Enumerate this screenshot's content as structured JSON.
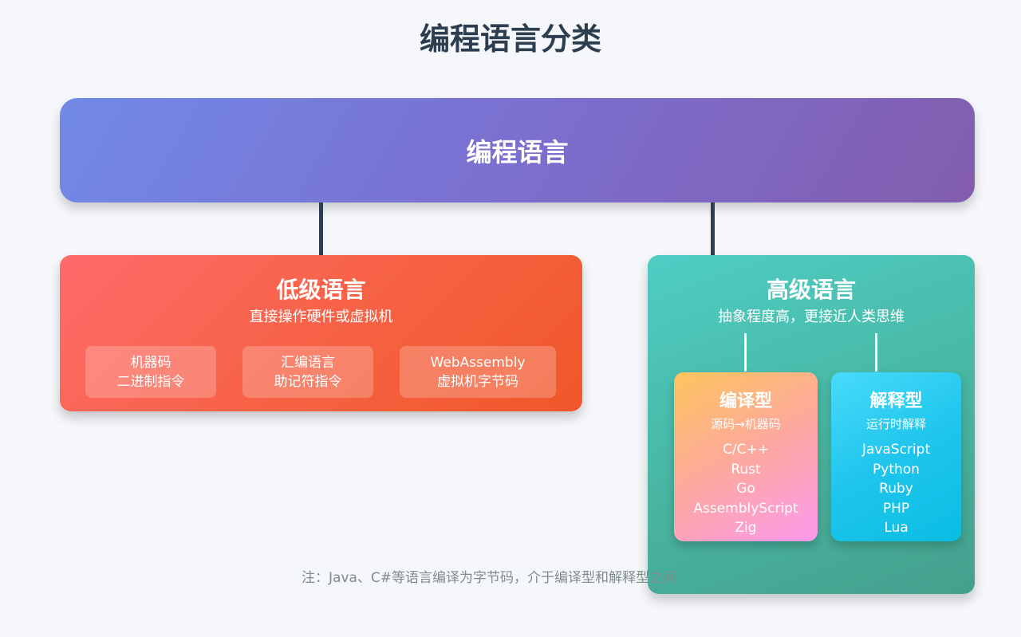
{
  "title": "编程语言分类",
  "root": {
    "label": "编程语言"
  },
  "low_level": {
    "title": "低级语言",
    "subtitle": "直接操作硬件或虚拟机",
    "items": [
      {
        "name": "机器码",
        "desc": "二进制指令"
      },
      {
        "name": "汇编语言",
        "desc": "助记符指令"
      },
      {
        "name": "WebAssembly",
        "desc": "虚拟机字节码"
      }
    ]
  },
  "high_level": {
    "title": "高级语言",
    "subtitle": "抽象程度高，更接近人类思维",
    "compiled": {
      "title": "编译型",
      "desc": "源码→机器码",
      "languages": [
        "C/C++",
        "Rust",
        "Go",
        "AssemblyScript",
        "Zig"
      ]
    },
    "interpreted": {
      "title": "解释型",
      "desc": "运行时解释",
      "languages": [
        "JavaScript",
        "Python",
        "Ruby",
        "PHP",
        "Lua"
      ]
    }
  },
  "note": "注：Java、C#等语言编译为字节码，介于编译型和解释型之间",
  "colors": {
    "title": "#2c3e50",
    "connector": "#2c3e50",
    "root_gradient": [
      "#7189e6",
      "#835dae"
    ],
    "low_gradient": [
      "#ff6b6b",
      "#f0582a"
    ],
    "high_gradient": [
      "#4ecdc4",
      "#44a08d"
    ],
    "compiled_gradient": [
      "#fdc55c",
      "#fd9aee"
    ],
    "interpreted_gradient": [
      "#48dbfb",
      "#0abde3"
    ],
    "note": "#7f8c8d"
  }
}
